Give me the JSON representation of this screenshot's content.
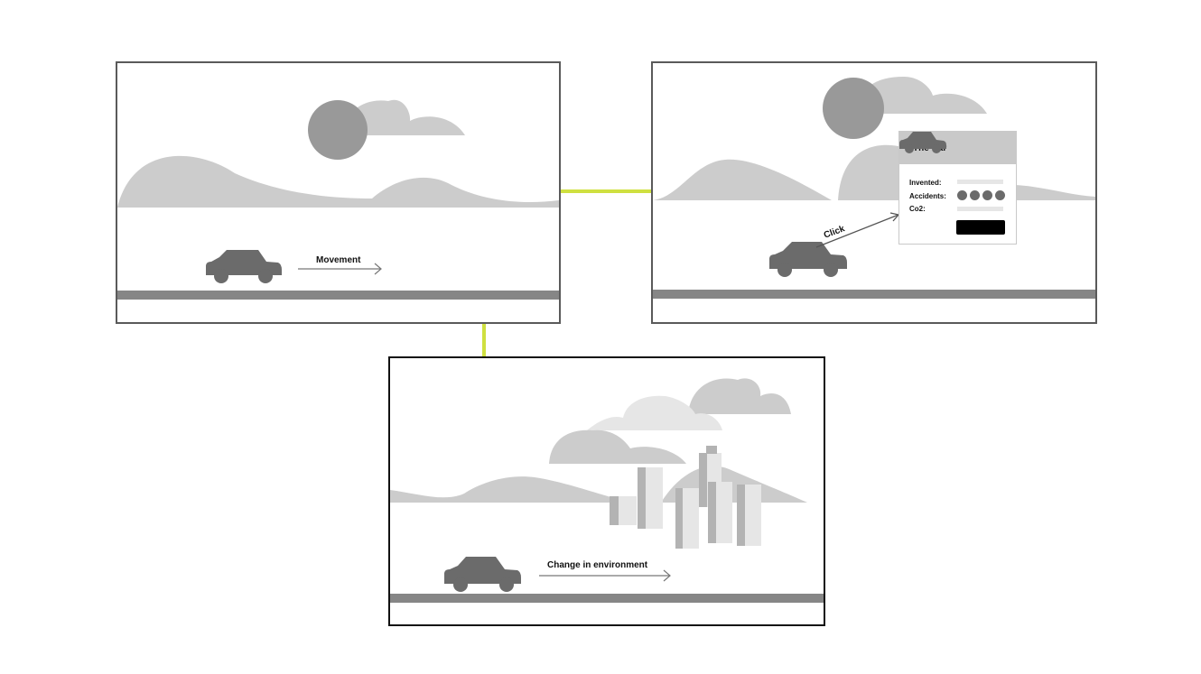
{
  "colors": {
    "connector": "#cfe040",
    "hills": "#cccccc",
    "sun": "#999999",
    "car": "#6b6b6b",
    "road": "#868686",
    "building_light": "#e6e6e6",
    "building_dark": "#b3b3b3"
  },
  "panels": {
    "movement": {
      "arrow_label": "Movement"
    },
    "click": {
      "arrow_label": "Click",
      "card": {
        "title": "The Car",
        "rows": {
          "invented": "Invented:",
          "accidents": "Accidents:",
          "co2": "Co2:"
        },
        "accident_dots": 4
      }
    },
    "environment": {
      "arrow_label": "Change in environment"
    }
  }
}
